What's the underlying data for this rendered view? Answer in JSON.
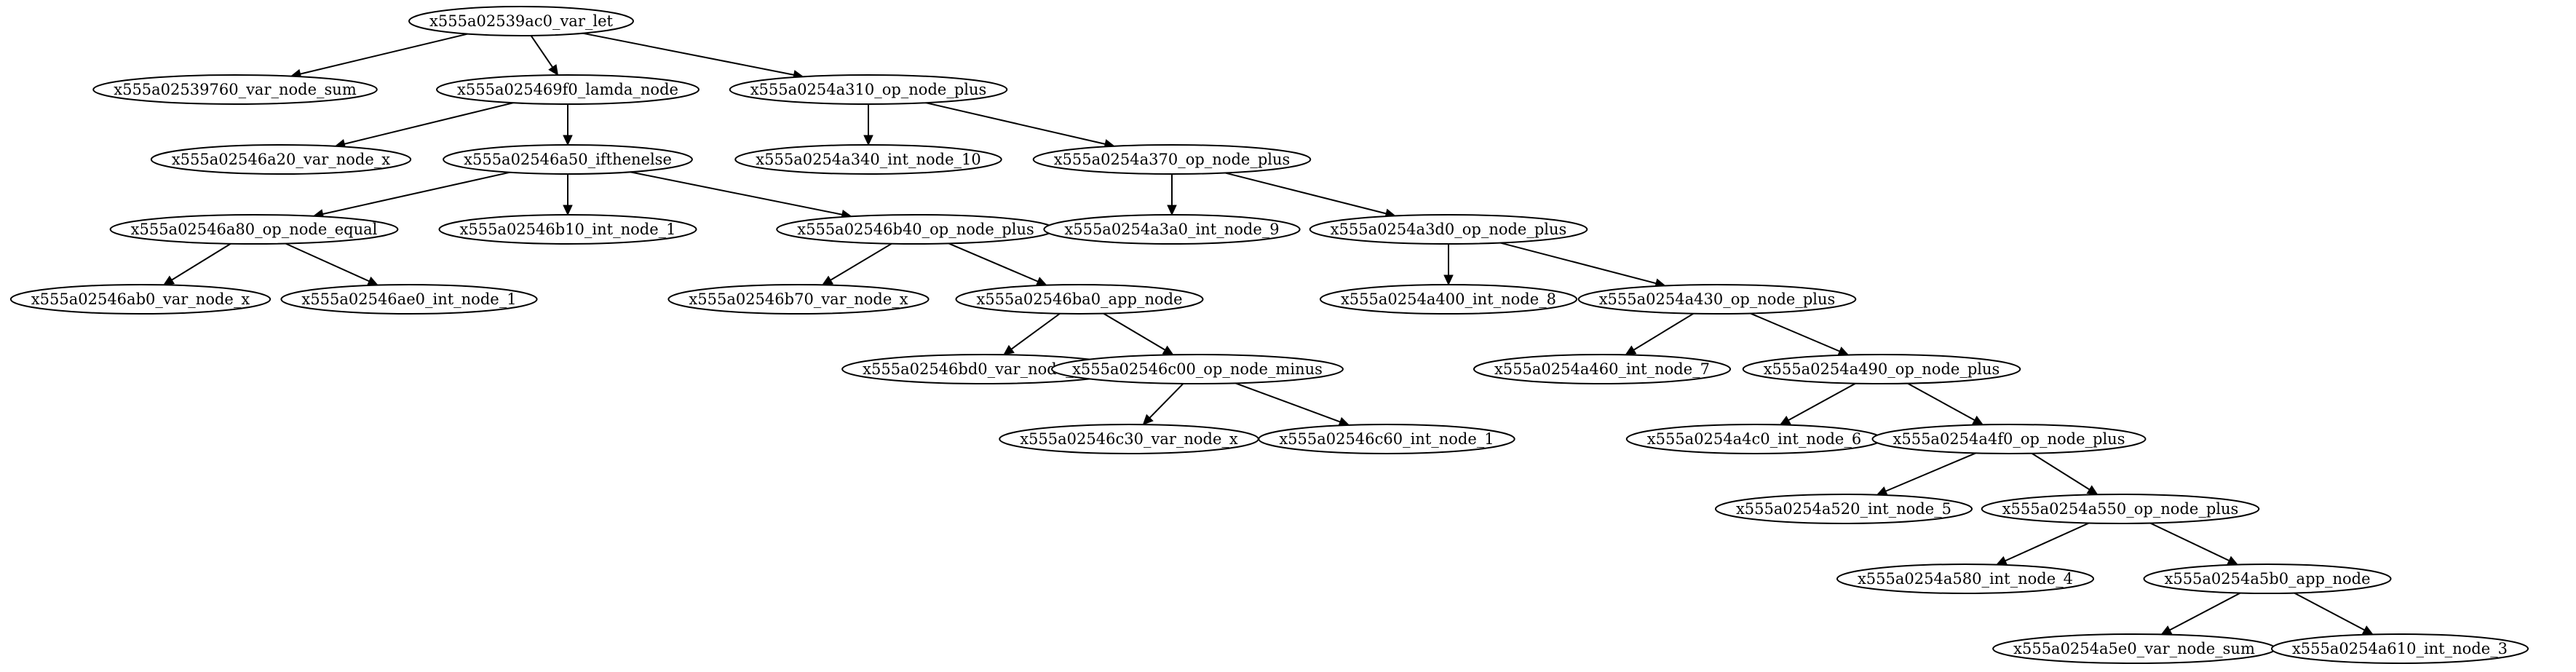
{
  "graph": {
    "nodes": [
      {
        "id": "n0",
        "label": "x555a02539ac0_var_let"
      },
      {
        "id": "n1",
        "label": "x555a02539760_var_node_sum"
      },
      {
        "id": "n2",
        "label": "x555a025469f0_lamda_node"
      },
      {
        "id": "n3",
        "label": "x555a0254a310_op_node_plus"
      },
      {
        "id": "n4",
        "label": "x555a02546a20_var_node_x"
      },
      {
        "id": "n5",
        "label": "x555a02546a50_ifthenelse"
      },
      {
        "id": "n6",
        "label": "x555a0254a340_int_node_10"
      },
      {
        "id": "n7",
        "label": "x555a0254a370_op_node_plus"
      },
      {
        "id": "n8",
        "label": "x555a02546a80_op_node_equal"
      },
      {
        "id": "n9",
        "label": "x555a02546b10_int_node_1"
      },
      {
        "id": "n10",
        "label": "x555a02546b40_op_node_plus"
      },
      {
        "id": "n11",
        "label": "x555a0254a3a0_int_node_9"
      },
      {
        "id": "n12",
        "label": "x555a0254a3d0_op_node_plus"
      },
      {
        "id": "n13",
        "label": "x555a02546ab0_var_node_x"
      },
      {
        "id": "n14",
        "label": "x555a02546ae0_int_node_1"
      },
      {
        "id": "n15",
        "label": "x555a02546b70_var_node_x"
      },
      {
        "id": "n16",
        "label": "x555a02546ba0_app_node"
      },
      {
        "id": "n17",
        "label": "x555a0254a400_int_node_8"
      },
      {
        "id": "n18",
        "label": "x555a0254a430_op_node_plus"
      },
      {
        "id": "n19",
        "label": "x555a02546bd0_var_node_sum"
      },
      {
        "id": "n20",
        "label": "x555a02546c00_op_node_minus"
      },
      {
        "id": "n21",
        "label": "x555a0254a460_int_node_7"
      },
      {
        "id": "n22",
        "label": "x555a0254a490_op_node_plus"
      },
      {
        "id": "n23",
        "label": "x555a02546c30_var_node_x"
      },
      {
        "id": "n24",
        "label": "x555a02546c60_int_node_1"
      },
      {
        "id": "n25",
        "label": "x555a0254a4c0_int_node_6"
      },
      {
        "id": "n26",
        "label": "x555a0254a4f0_op_node_plus"
      },
      {
        "id": "n27",
        "label": "x555a0254a520_int_node_5"
      },
      {
        "id": "n28",
        "label": "x555a0254a550_op_node_plus"
      },
      {
        "id": "n29",
        "label": "x555a0254a580_int_node_4"
      },
      {
        "id": "n30",
        "label": "x555a0254a5b0_app_node"
      },
      {
        "id": "n31",
        "label": "x555a0254a5e0_var_node_sum"
      },
      {
        "id": "n32",
        "label": "x555a0254a610_int_node_3"
      }
    ],
    "edges": [
      {
        "from": "n0",
        "to": "n1"
      },
      {
        "from": "n0",
        "to": "n2"
      },
      {
        "from": "n0",
        "to": "n3"
      },
      {
        "from": "n2",
        "to": "n4"
      },
      {
        "from": "n2",
        "to": "n5"
      },
      {
        "from": "n3",
        "to": "n6"
      },
      {
        "from": "n3",
        "to": "n7"
      },
      {
        "from": "n5",
        "to": "n8"
      },
      {
        "from": "n5",
        "to": "n9"
      },
      {
        "from": "n5",
        "to": "n10"
      },
      {
        "from": "n7",
        "to": "n11"
      },
      {
        "from": "n7",
        "to": "n12"
      },
      {
        "from": "n8",
        "to": "n13"
      },
      {
        "from": "n8",
        "to": "n14"
      },
      {
        "from": "n10",
        "to": "n15"
      },
      {
        "from": "n10",
        "to": "n16"
      },
      {
        "from": "n12",
        "to": "n17"
      },
      {
        "from": "n12",
        "to": "n18"
      },
      {
        "from": "n16",
        "to": "n19"
      },
      {
        "from": "n16",
        "to": "n20"
      },
      {
        "from": "n18",
        "to": "n21"
      },
      {
        "from": "n18",
        "to": "n22"
      },
      {
        "from": "n20",
        "to": "n23"
      },
      {
        "from": "n20",
        "to": "n24"
      },
      {
        "from": "n22",
        "to": "n25"
      },
      {
        "from": "n22",
        "to": "n26"
      },
      {
        "from": "n26",
        "to": "n27"
      },
      {
        "from": "n26",
        "to": "n28"
      },
      {
        "from": "n28",
        "to": "n29"
      },
      {
        "from": "n28",
        "to": "n30"
      },
      {
        "from": "n30",
        "to": "n31"
      },
      {
        "from": "n30",
        "to": "n32"
      }
    ]
  }
}
